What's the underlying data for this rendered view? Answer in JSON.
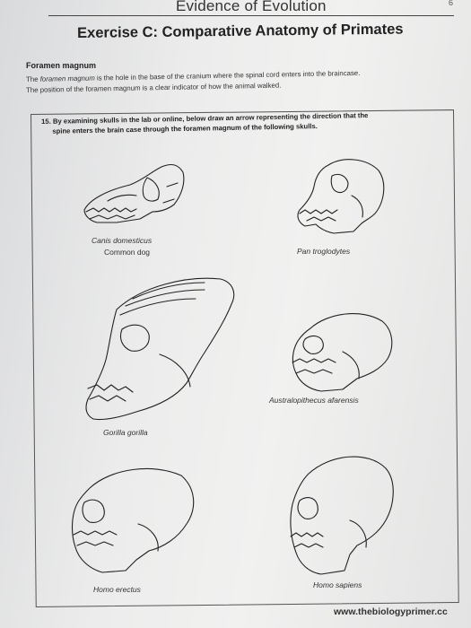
{
  "header": {
    "title": "Evidence of Evolution",
    "page_number": "6"
  },
  "exercise": {
    "title": "Exercise C: Comparative Anatomy of Primates"
  },
  "section": {
    "heading": "Foramen magnum",
    "intro_prefix": "The ",
    "intro_term": "foramen magnum",
    "intro_rest": " is the hole in the base of the cranium where the spinal cord enters into the braincase.",
    "line2": "The position of the foramen magnum is a clear indicator of how the animal walked."
  },
  "question": {
    "line1": "15. By examining skulls in the lab or online, below draw an arrow representing the direction that the",
    "line2": "spine enters the brain case through the foramen magnum of the following skulls."
  },
  "skulls": {
    "dog": {
      "species": "Canis domesticus",
      "common": "Common dog",
      "icon": "dog-skull-drawing"
    },
    "chimp": {
      "species": "Pan troglodytes",
      "icon": "chimp-skull-drawing"
    },
    "gorilla": {
      "species": "Gorilla gorilla",
      "icon": "gorilla-skull-drawing"
    },
    "australopithecus": {
      "species": "Australopithecus afarensis",
      "icon": "australopithecus-skull-drawing"
    },
    "erectus": {
      "species": "Homo erectus",
      "icon": "homo-erectus-skull-drawing"
    },
    "sapiens": {
      "species": "Homo sapiens",
      "icon": "homo-sapiens-skull-drawing"
    }
  },
  "footer": {
    "url": "www.thebiologyprimer.cc"
  }
}
